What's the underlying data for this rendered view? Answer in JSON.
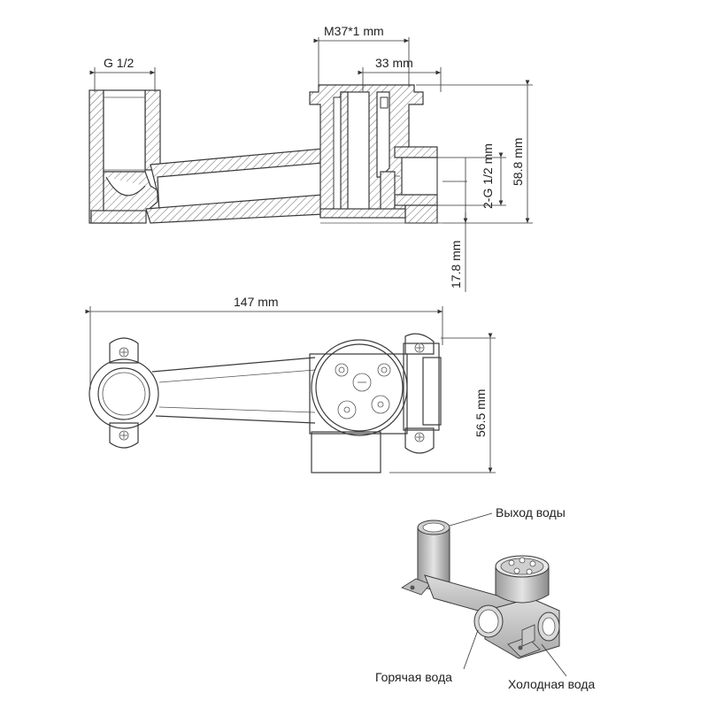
{
  "top_view": {
    "dim_g_half": "G 1/2",
    "dim_m37": "M37*1 mm",
    "dim_33": "33 mm",
    "dim_2g_half": "2-G 1/2 mm",
    "dim_58_8": "58.8 mm",
    "dim_17_8": "17.8 mm"
  },
  "plan_view": {
    "dim_147": "147 mm",
    "dim_56_5": "56.5 mm"
  },
  "iso_view": {
    "label_outlet": "Выход воды",
    "label_hot": "Горячая вода",
    "label_cold": "Холодная вода",
    "hot_color": "#d8232a",
    "cold_color": "#1e9ad6"
  }
}
